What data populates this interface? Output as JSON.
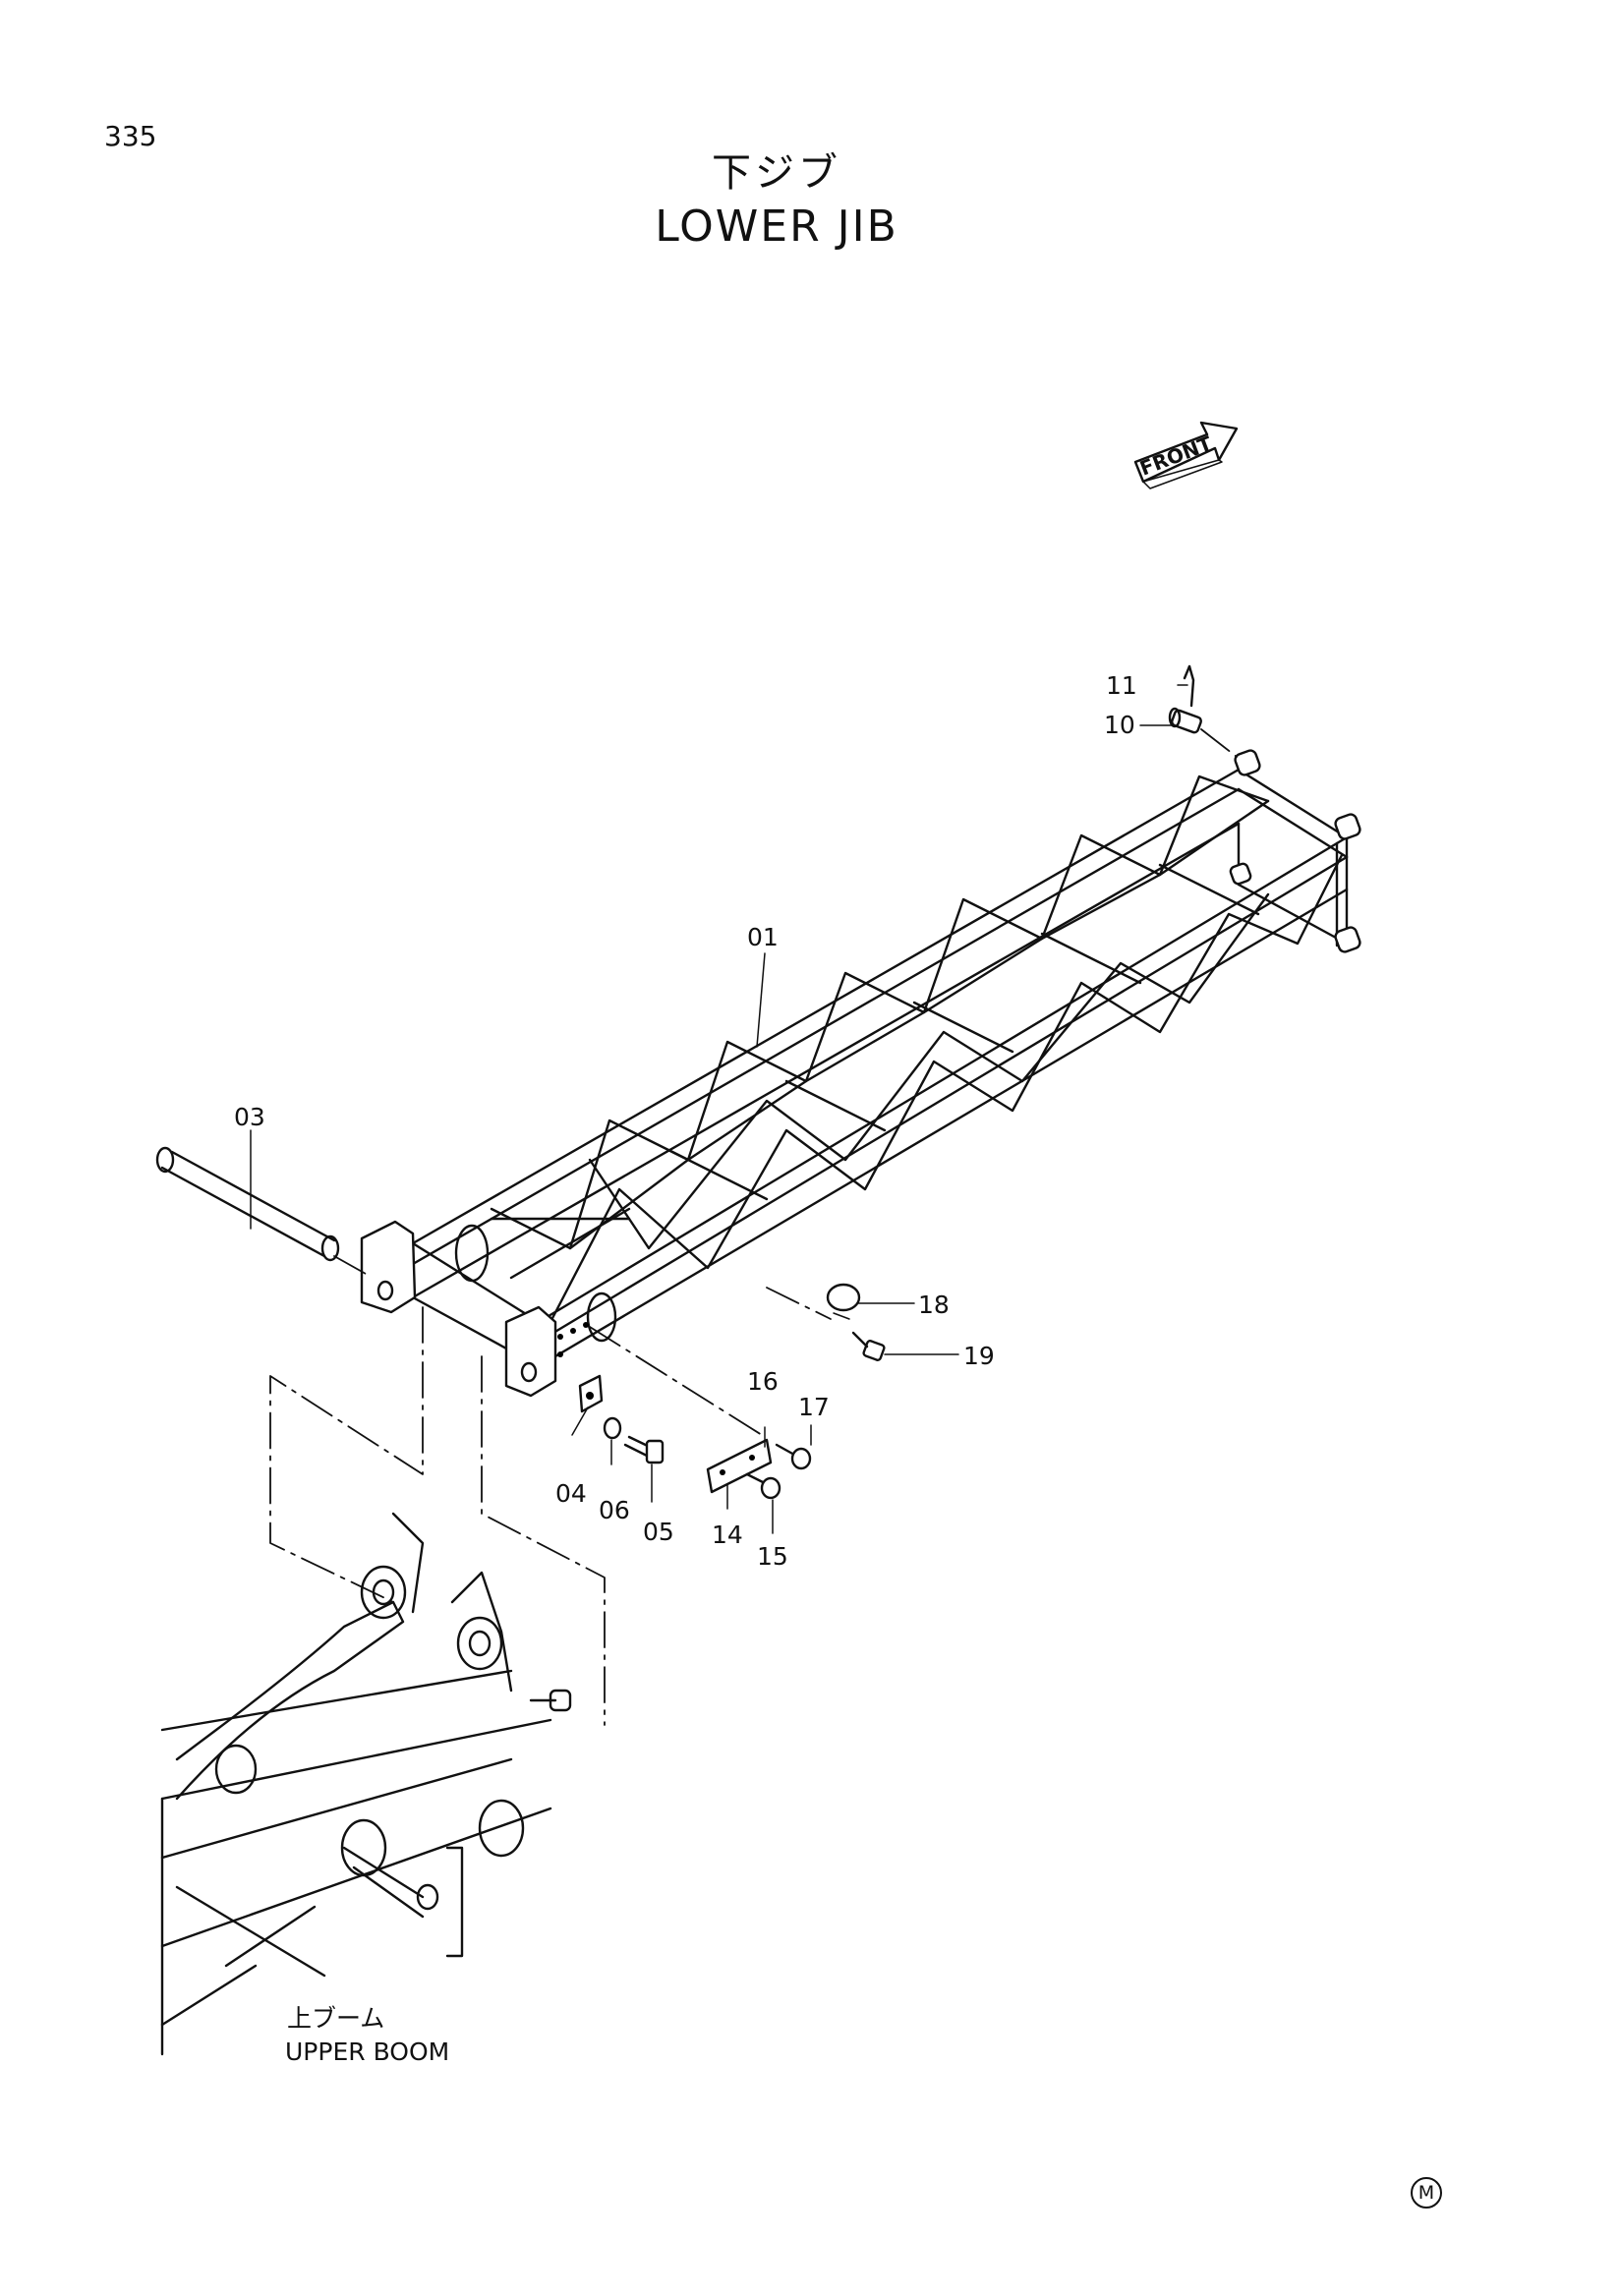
{
  "page_number": "335",
  "title_jp": "下ジブ",
  "title_en": "LOWER JIB",
  "front_label": "FRONT",
  "parts": [
    {
      "id": "01"
    },
    {
      "id": "03"
    },
    {
      "id": "04"
    },
    {
      "id": "05"
    },
    {
      "id": "06"
    },
    {
      "id": "10"
    },
    {
      "id": "11"
    },
    {
      "id": "14"
    },
    {
      "id": "15"
    },
    {
      "id": "16"
    },
    {
      "id": "17"
    },
    {
      "id": "18"
    },
    {
      "id": "19"
    }
  ],
  "boom_label_jp": "上ブーム",
  "boom_label_en": "UPPER BOOM",
  "corner_mark": "M"
}
